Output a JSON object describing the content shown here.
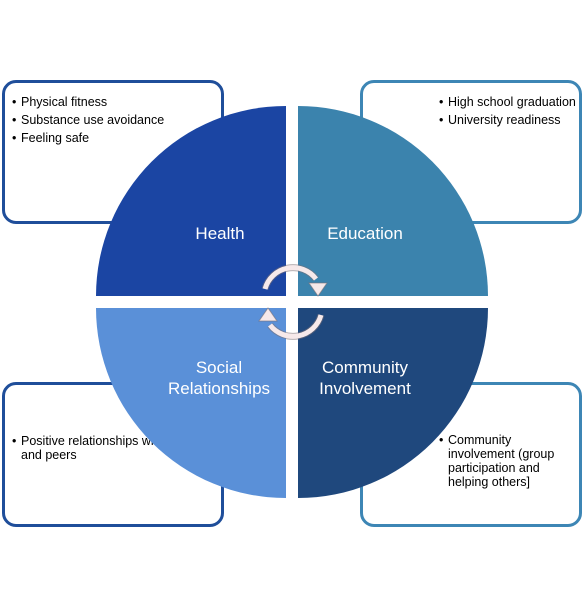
{
  "quadrants": {
    "health": {
      "label": "Health",
      "color": "#1b45a3"
    },
    "education": {
      "label": "Education",
      "color": "#3b83ad"
    },
    "social": {
      "label_line1": "Social",
      "label_line2": "Relationships",
      "color": "#5a90d8"
    },
    "community": {
      "label_line1": "Community",
      "label_line2": "Involvement",
      "color": "#1f487d"
    }
  },
  "cards": {
    "health": {
      "items": [
        "Physical fitness",
        "Substance use avoidance",
        "Feeling safe"
      ]
    },
    "education": {
      "items": [
        "High school graduation",
        "University readiness"
      ]
    },
    "social": {
      "items": [
        "Positive relationships with adults and peers"
      ]
    },
    "community": {
      "items": [
        "Community involvement (group participation and helping others]"
      ]
    }
  },
  "center_icon": "cycle-arrows-icon"
}
